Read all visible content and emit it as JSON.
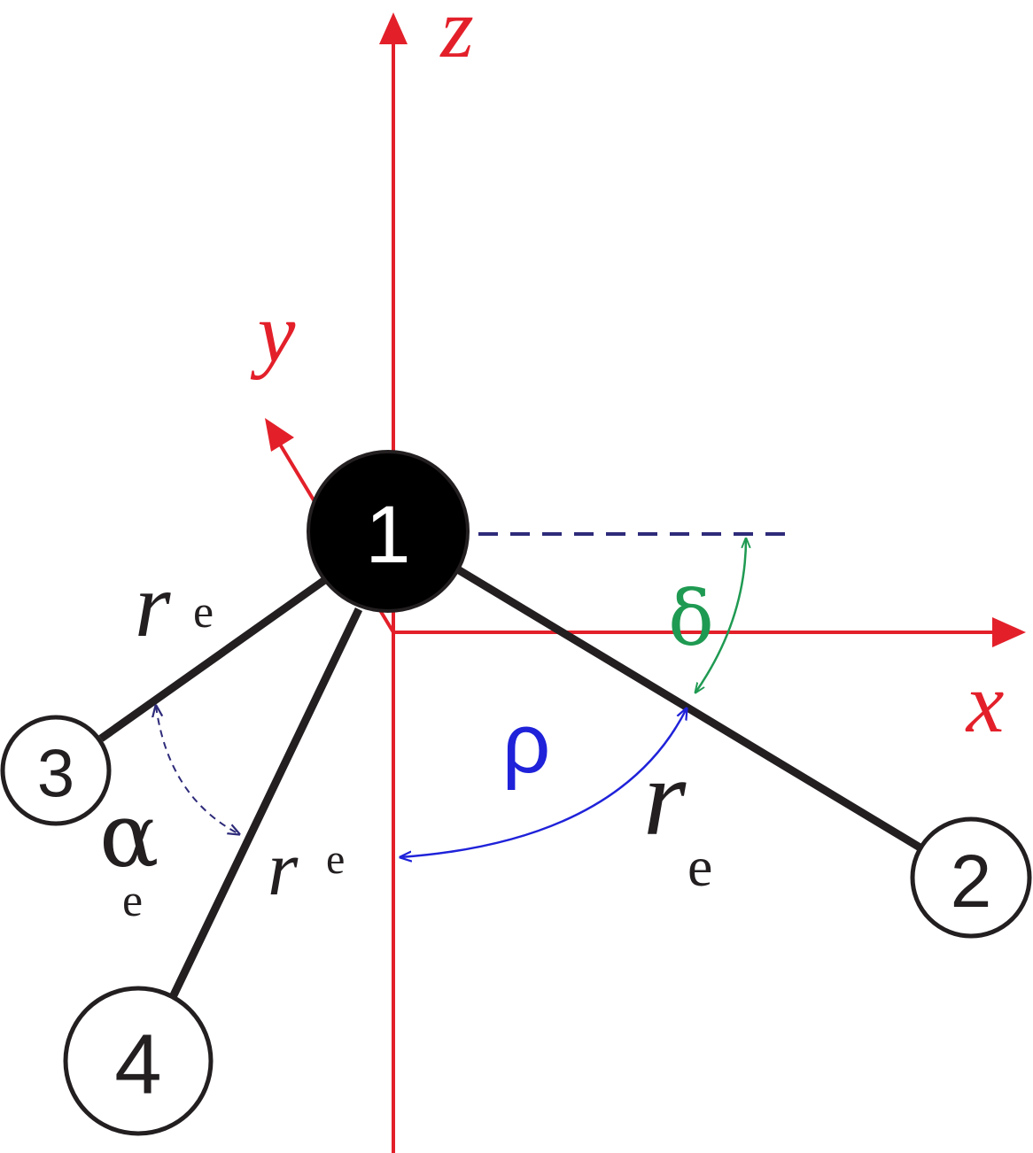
{
  "axes": {
    "z_label": "z",
    "y_label": "y",
    "x_label": "x",
    "color": "#e3202a"
  },
  "atoms": [
    {
      "number": "1",
      "style": "filled"
    },
    {
      "number": "2",
      "style": "open"
    },
    {
      "number": "3",
      "style": "open"
    },
    {
      "number": "4",
      "style": "open"
    }
  ],
  "bond_labels": {
    "r_main": "r",
    "r_sub": "e"
  },
  "angles": {
    "delta": {
      "symbol": "δ",
      "color": "#1f9a52"
    },
    "rho": {
      "symbol": "ρ",
      "color": "#1f22d9"
    },
    "alpha": {
      "symbol": "α",
      "sub": "e",
      "color": "#2e2b7a"
    }
  }
}
